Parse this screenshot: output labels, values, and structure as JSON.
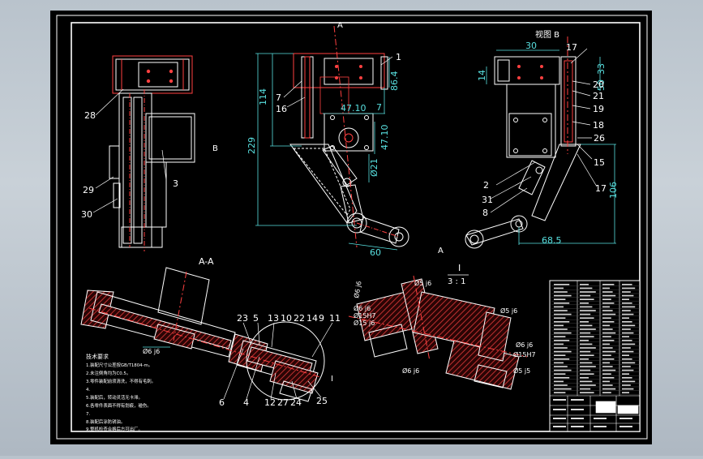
{
  "drawing": {
    "background": "#000000",
    "line_color": "#ffffff",
    "dim_color": "#58e0e0",
    "part_color": "#ff3b3b",
    "hatch_color": "#c03030",
    "text_color": "#ffffff"
  },
  "views": {
    "view_b_label": "视图 B",
    "section_label": "A-A",
    "cut_letter_top": "A",
    "cut_letter_bottom": "A",
    "arrow_b": "B",
    "detail_id": "I",
    "detail_scale": "3 : 1",
    "detail_marker": "I"
  },
  "dimensions": {
    "d114": "114",
    "d229": "229",
    "d1410a": "47.10",
    "d1410b": "47.10",
    "d021": "Ø21",
    "d60": "60",
    "d86": "86.4",
    "d30": "30",
    "d14": "14",
    "d33": "33",
    "d50": "50",
    "d106": "106",
    "d685": "68.5",
    "d7a": "7",
    "d7b": "7",
    "d8": "8",
    "h1": "Ø6 j6",
    "h2": "Ø6 j6",
    "h3": "Ø6 j6",
    "h4": "Ø15H7",
    "h5": "Ø15 j6",
    "h6": "Ø5 j6",
    "h7": "Ø6 j6",
    "h8": "Ø5 j6",
    "h9": "Ø15H7",
    "h10": "Ø5 j5",
    "h11": "Ø6 j6"
  },
  "balloons": {
    "b28": "28",
    "b3": "3",
    "b29": "29",
    "b30": "30",
    "b7": "7",
    "b16": "16",
    "b1a": "1",
    "b17": "17",
    "b20": "20",
    "b21": "21",
    "b19": "19",
    "b18": "18",
    "b26": "26",
    "b15": "15",
    "b17b": "17",
    "b2": "2",
    "b31": "31",
    "b8": "8",
    "b23": "23",
    "b5": "5",
    "b13": "13",
    "b10": "10",
    "b22": "22",
    "b14": "14",
    "b9": "9",
    "b11": "11",
    "b6": "6",
    "b4": "4",
    "b12": "12",
    "b27": "27",
    "b24": "24",
    "b25": "25"
  },
  "notes": {
    "title": "技术要求",
    "lines": [
      "1.装配尺寸公差按GB/T1804-m。",
      "2.未注倒角均为C0.5。",
      "3.零件装配前须清洗，不得有毛刺。",
      "4.",
      "5.装配后，转动灵活无卡滞。",
      "6.各零件表面不得有划痕，碰伤。",
      "7.",
      "8.装配后涂防锈油。",
      "9.整机检查合格后方可出厂。"
    ]
  }
}
